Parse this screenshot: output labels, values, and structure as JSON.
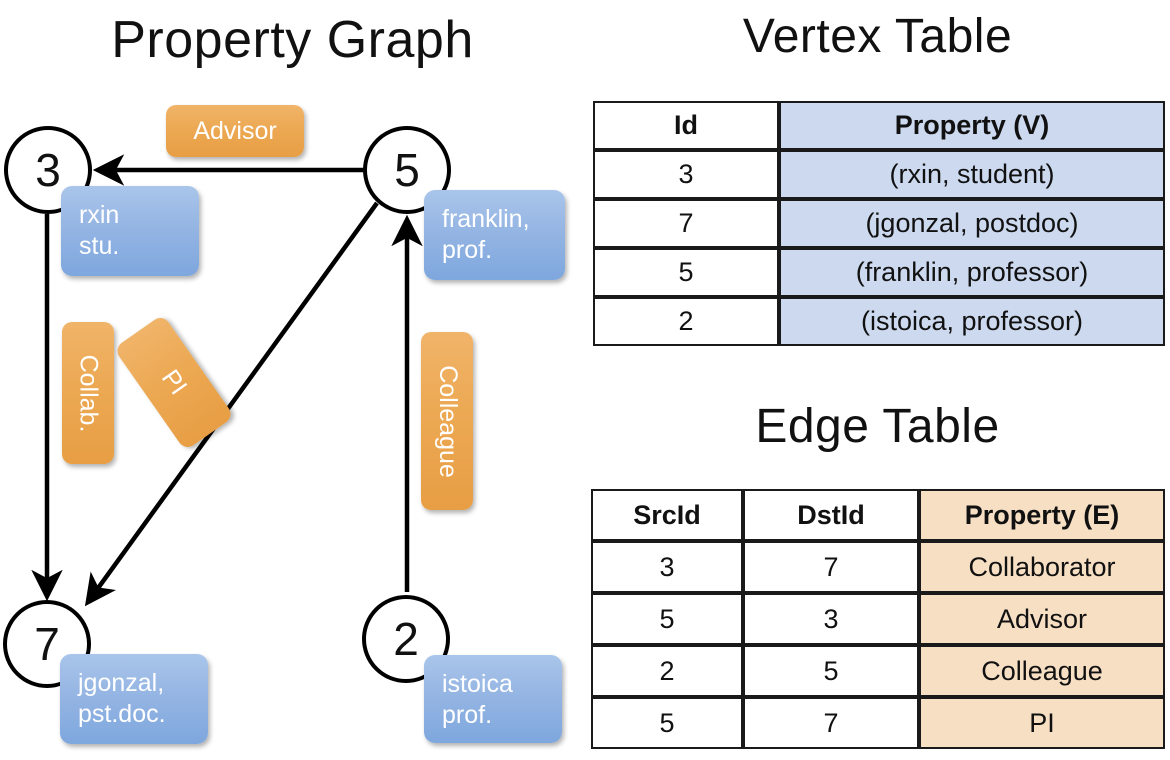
{
  "titles": {
    "property_graph": "Property Graph",
    "vertex_table": "Vertex Table",
    "edge_table": "Edge Table"
  },
  "colors": {
    "vertex_property_fill": "#ccd9ef",
    "edge_property_fill": "#f7dfc4",
    "node_property_box": "#95b5e3",
    "edge_label_box": "#eca852",
    "stroke": "#000000"
  },
  "graph": {
    "nodes": [
      {
        "id": "3",
        "property_label": "rxin\nstu."
      },
      {
        "id": "5",
        "property_label": "franklin,\nprof."
      },
      {
        "id": "7",
        "property_label": "jgonzal,\npst.doc."
      },
      {
        "id": "2",
        "property_label": "istoica\nprof."
      }
    ],
    "node_labels": {
      "n3": "3",
      "n5": "5",
      "n7": "7",
      "n2": "2"
    },
    "property_boxes": {
      "rxin_line1": "rxin",
      "rxin_line2": "stu.",
      "franklin_line1": "franklin,",
      "franklin_line2": "prof.",
      "jgonzal_line1": "jgonzal,",
      "jgonzal_line2": "pst.doc.",
      "istoica_line1": "istoica",
      "istoica_line2": "prof."
    },
    "edge_labels": {
      "advisor": "Advisor",
      "collab": "Collab.",
      "pi": "PI",
      "colleague": "Colleague"
    },
    "edges": [
      {
        "src": "5",
        "dst": "3",
        "label": "Advisor"
      },
      {
        "src": "3",
        "dst": "7",
        "label": "Collab."
      },
      {
        "src": "5",
        "dst": "7",
        "label": "PI"
      },
      {
        "src": "2",
        "dst": "5",
        "label": "Colleague"
      }
    ]
  },
  "vertex_table": {
    "columns": [
      "Id",
      "Property (V)"
    ],
    "rows": [
      {
        "id": "3",
        "property": "(rxin, student)"
      },
      {
        "id": "7",
        "property": "(jgonzal, postdoc)"
      },
      {
        "id": "5",
        "property": "(franklin, professor)"
      },
      {
        "id": "2",
        "property": "(istoica, professor)"
      }
    ]
  },
  "edge_table": {
    "columns": [
      "SrcId",
      "DstId",
      "Property (E)"
    ],
    "rows": [
      {
        "src": "3",
        "dst": "7",
        "property": "Collaborator"
      },
      {
        "src": "5",
        "dst": "3",
        "property": "Advisor"
      },
      {
        "src": "2",
        "dst": "5",
        "property": "Colleague"
      },
      {
        "src": "5",
        "dst": "7",
        "property": "PI"
      }
    ]
  }
}
